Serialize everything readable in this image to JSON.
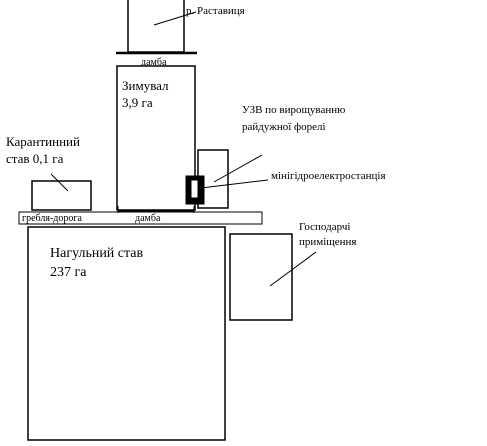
{
  "labels": {
    "river": "р. Раставиця",
    "dam_top": "дамба",
    "wintering_name": "Зимувал",
    "wintering_area": "3,9 га",
    "ras_line1": "УЗВ по вирощуванню",
    "ras_line2": "райдужної форелі",
    "quarantine_line1": "Карантинний",
    "quarantine_line2": "став 0,1 га",
    "hydro": "мінігідроелектростанція",
    "dam_road": "гребля-дорога",
    "dam_bottom": "дамба",
    "household_line1": "Господарчі",
    "household_line2": "приміщення",
    "feeding_name": "Нагульний став",
    "feeding_area": "237 га"
  },
  "colors": {
    "stroke": "#000000",
    "fill": "#ffffff",
    "hydro_fill": "#000000"
  }
}
